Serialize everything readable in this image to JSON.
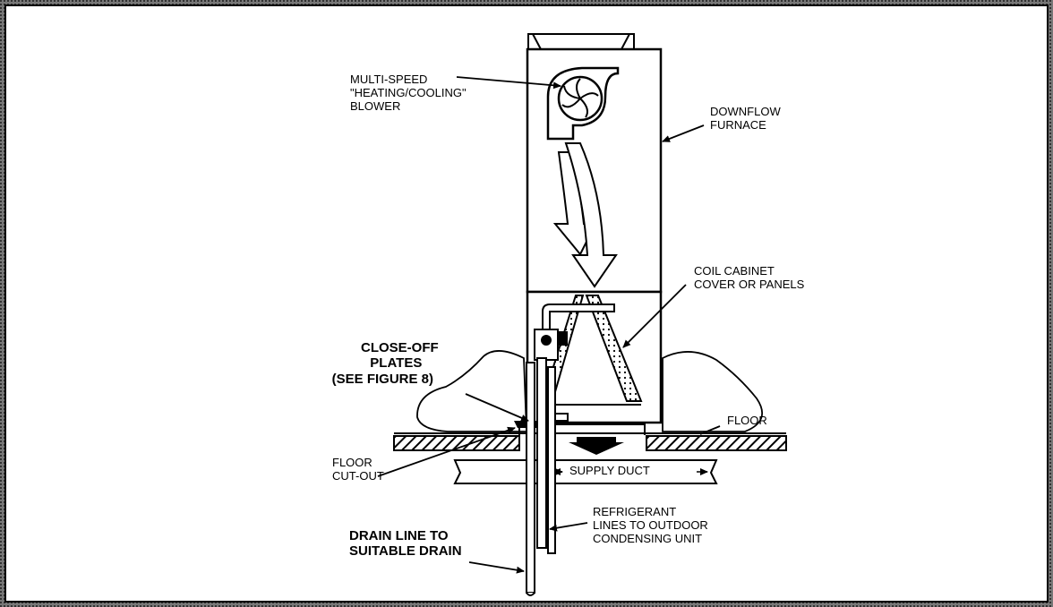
{
  "labels": {
    "blower": [
      "MULTI-SPEED",
      "\"HEATING/COOLING\"",
      "BLOWER"
    ],
    "furnace": [
      "DOWNFLOW",
      "FURNACE"
    ],
    "coil_cabinet": [
      "COIL CABINET",
      "COVER OR PANELS"
    ],
    "close_off": [
      "CLOSE-OFF",
      "PLATES",
      "(SEE FIGURE 8)"
    ],
    "floor": "FLOOR",
    "floor_cutout": [
      "FLOOR",
      "CUT-OUT"
    ],
    "supply_duct": "SUPPLY DUCT",
    "refrigerant": [
      "REFRIGERANT",
      "LINES TO OUTDOOR",
      "CONDENSING UNIT"
    ],
    "drain": [
      "DRAIN LINE TO",
      "SUITABLE DRAIN"
    ]
  },
  "colors": {
    "border": "#000000",
    "line": "#000000",
    "background": "#ffffff"
  }
}
